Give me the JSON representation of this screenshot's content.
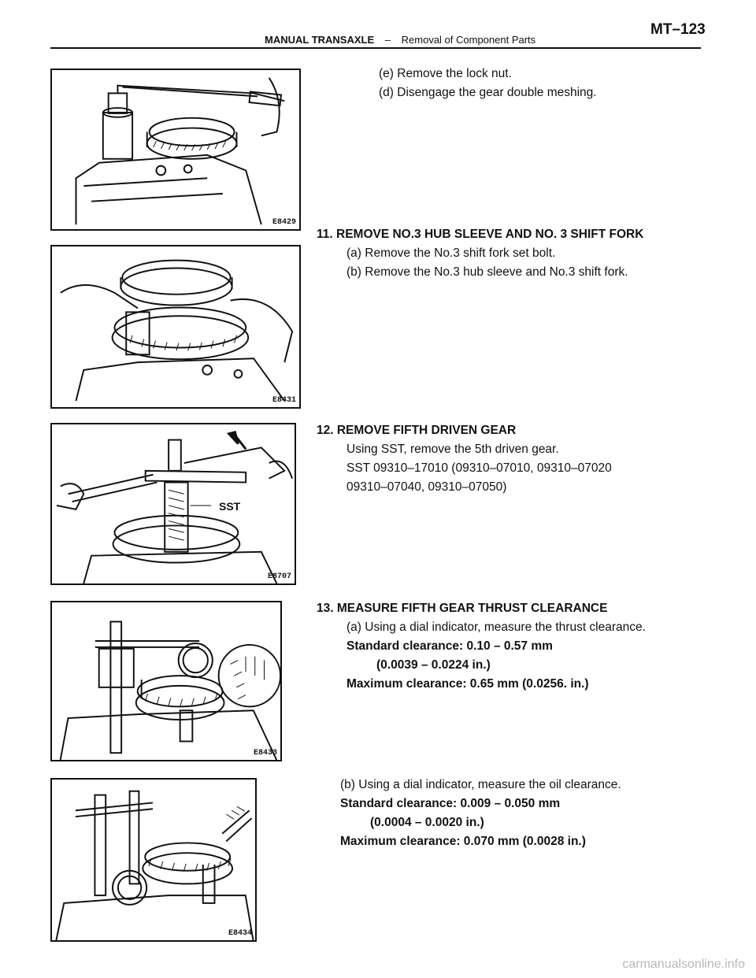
{
  "header": {
    "section": "MANUAL TRANSAXLE",
    "dash": "–",
    "subsection": "Removal of Component Parts",
    "page_number": "MT–123"
  },
  "figures": [
    {
      "code": "E8429"
    },
    {
      "code": "E8431"
    },
    {
      "code": "E8707",
      "label": "SST"
    },
    {
      "code": "E8433"
    },
    {
      "code": "E8434"
    }
  ],
  "steps": {
    "s10": {
      "e": "(e) Remove the lock nut.",
      "d": "(d) Disengage the gear double meshing."
    },
    "s11": {
      "title": "11. REMOVE NO.3 HUB SLEEVE AND NO. 3 SHIFT FORK",
      "a": "(a) Remove the No.3 shift fork set bolt.",
      "b": "(b) Remove the No.3 hub sleeve and No.3 shift fork."
    },
    "s12": {
      "title": "12. REMOVE FIFTH DRIVEN GEAR",
      "line1": "Using SST, remove the 5th driven gear.",
      "line2": "SST  09310–17010  (09310–07010,  09310–07020",
      "line3": "09310–07040,  09310–07050)"
    },
    "s13": {
      "title": "13. MEASURE FIFTH GEAR THRUST CLEARANCE",
      "a": "(a) Using a dial indicator, measure the thrust clearance.",
      "std": "Standard clearance: 0.10 – 0.57 mm",
      "std_in": "(0.0039 – 0.0224 in.)",
      "max": "Maximum clearance: 0.65 mm (0.0256. in.)"
    },
    "s13b": {
      "b": "(b) Using a dial indicator, measure the oil clearance.",
      "std": "Standard clearance: 0.009 – 0.050 mm",
      "std_in": "(0.0004 – 0.0020 in.)",
      "max": "Maximum clearance: 0.070 mm (0.0028 in.)"
    }
  },
  "watermark": "carmanualsonline.info"
}
